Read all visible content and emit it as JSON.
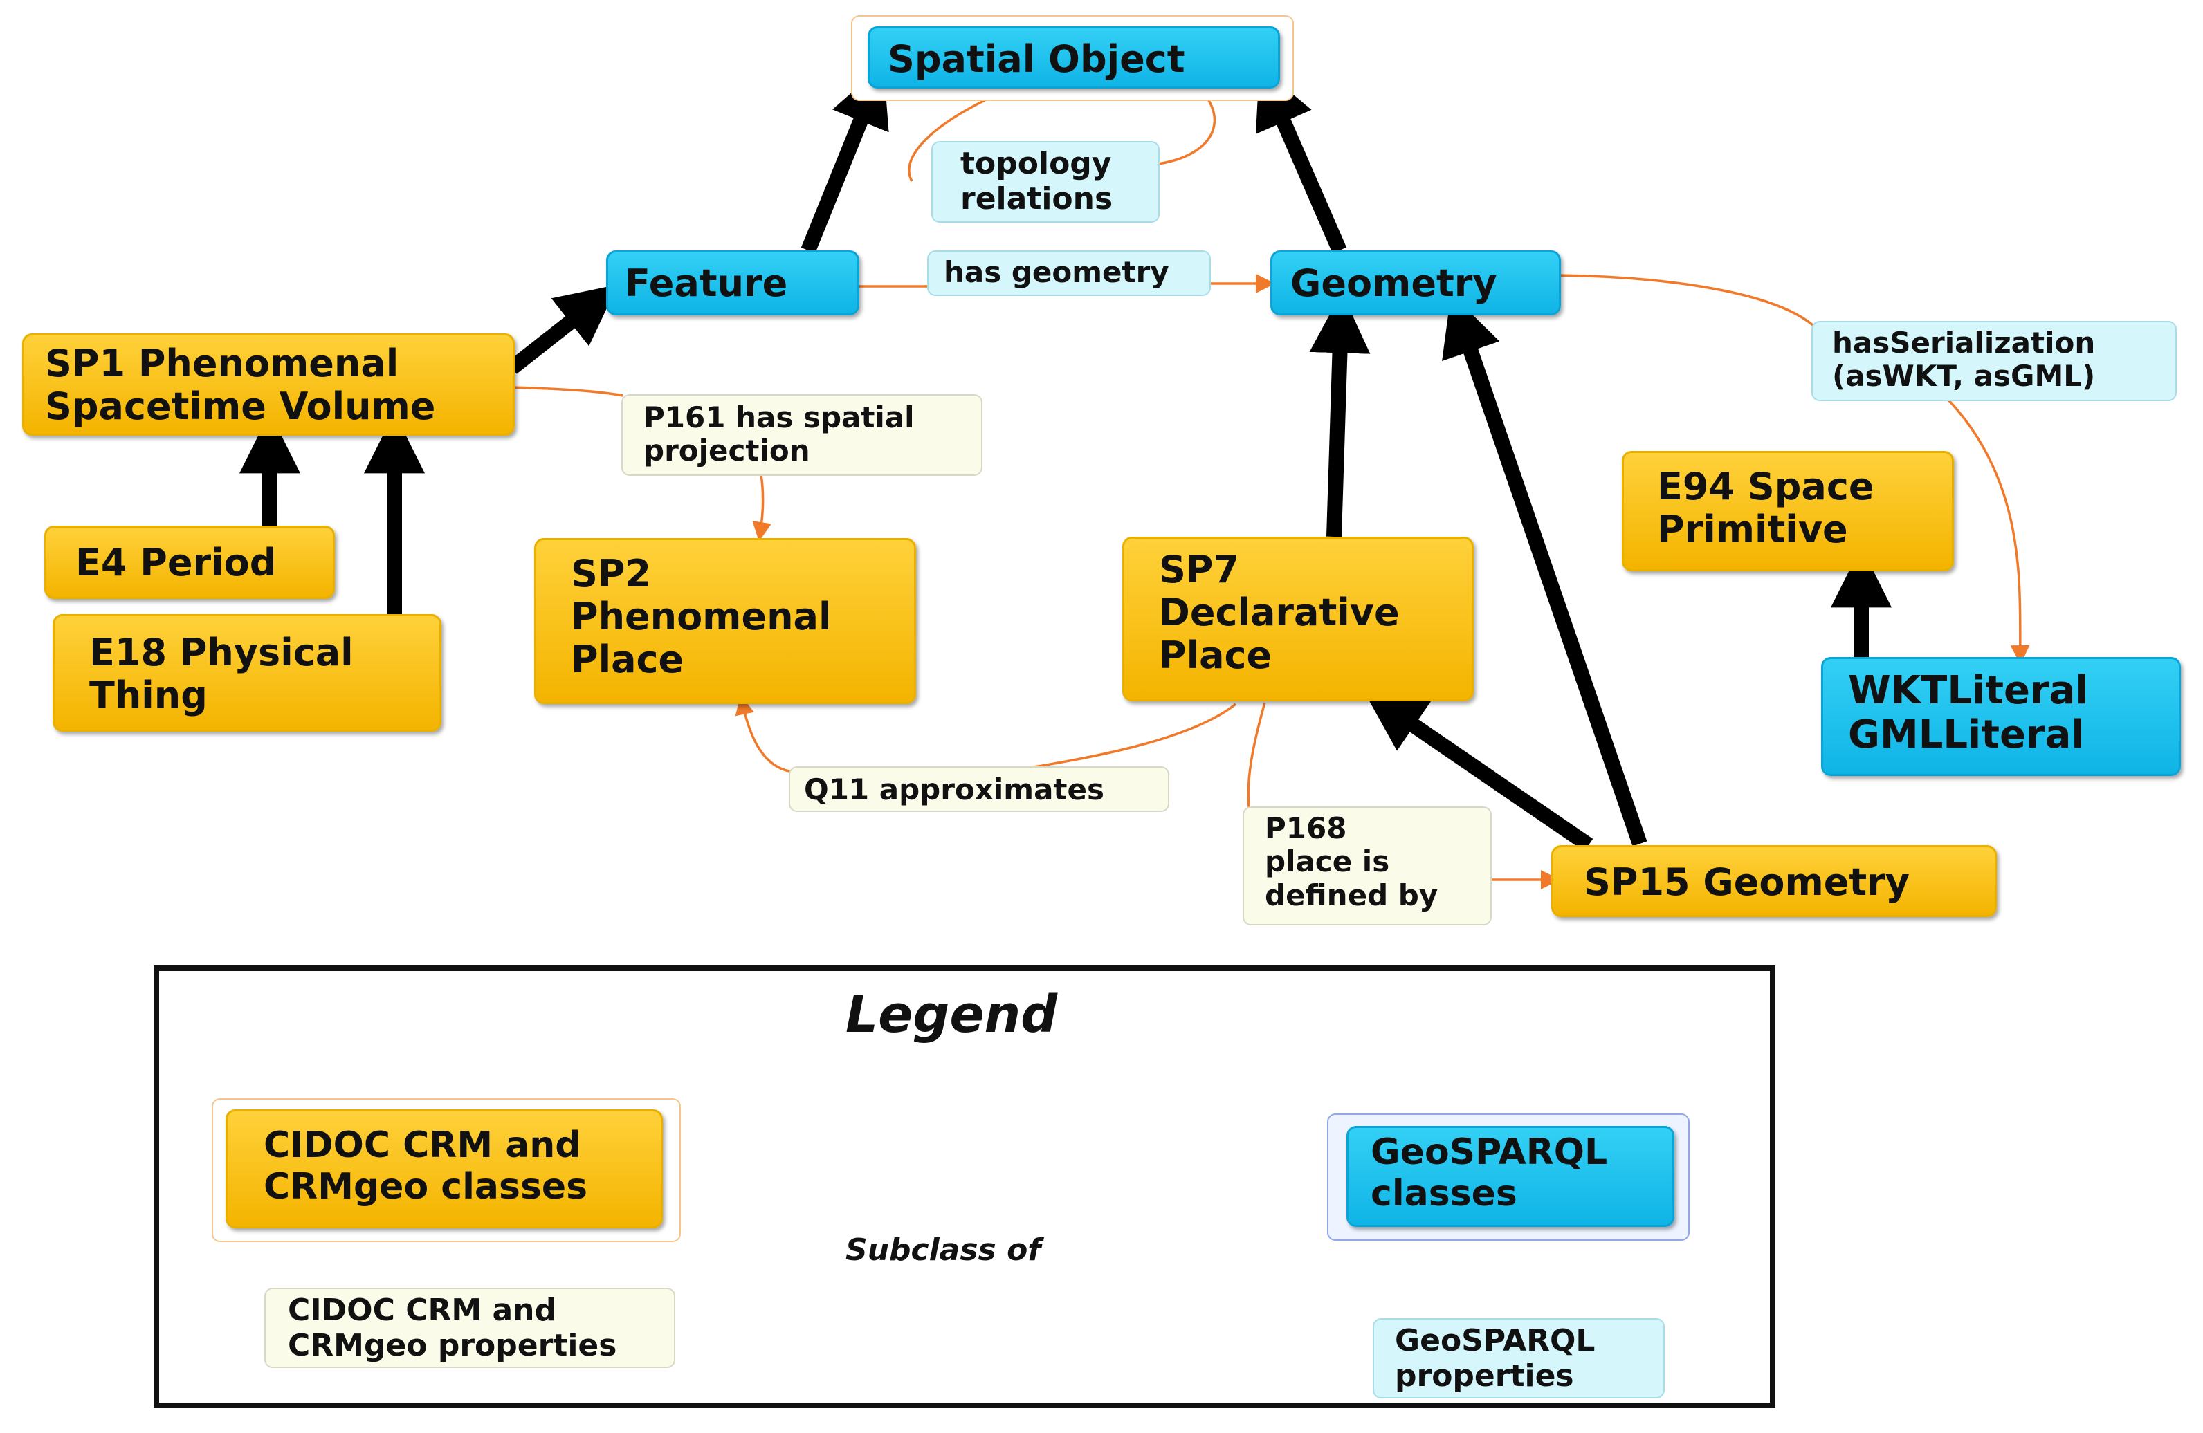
{
  "nodes": {
    "spatial_object": "Spatial Object",
    "feature": "Feature",
    "geometry": "Geometry",
    "sp1": "SP1 Phenomenal\nSpacetime Volume",
    "e4": "E4 Period",
    "e18": "E18 Physical\nThing",
    "sp2": "SP2\nPhenomenal\nPlace",
    "sp7": "SP7\nDeclarative\nPlace",
    "e94": "E94 Space\nPrimitive",
    "wkt": "WKTLiteral\nGMLLiteral",
    "sp15": "SP15 Geometry"
  },
  "properties": {
    "topology": "topology\nrelations",
    "has_geometry": "has geometry",
    "p161": "P161 has spatial\nprojection",
    "has_serialization": "hasSerialization\n(asWKT, asGML)",
    "q11": "Q11 approximates",
    "p168": "P168\nplace is\ndefined by"
  },
  "legend": {
    "title": "Legend",
    "crm_classes": "CIDOC CRM and\nCRMgeo classes",
    "geo_classes": "GeoSPARQL\nclasses",
    "subclass_of": "Subclass of",
    "crm_properties": "CIDOC CRM and\nCRMgeo properties",
    "geo_properties": "GeoSPARQL\nproperties"
  },
  "colors": {
    "crm_class": "#f4b400",
    "geosparql_class": "#0fb4e6",
    "crm_property_box": "#fbfbe9",
    "geosparql_property_box": "#d5f6fb",
    "property_line": "#f07a2a",
    "subclass_arrow": "#000000"
  }
}
